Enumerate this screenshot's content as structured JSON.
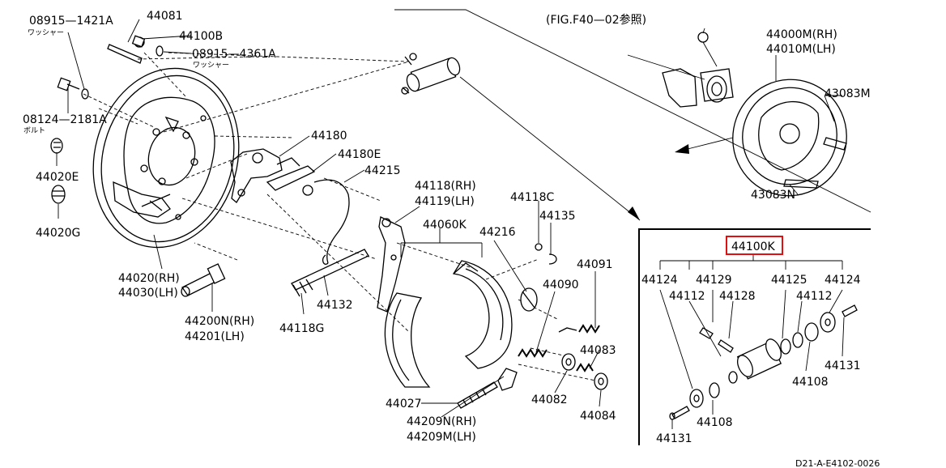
{
  "labels": {
    "p08915_1421A": "08915—1421A",
    "p08915_1421A_sub": "ワッシャー",
    "p44081": "44081",
    "p44100B": "44100B",
    "p08915_4361A": "08915—4361A",
    "p08915_4361A_sub": "ワッシャー",
    "p08124_2181A": "08124—2181A",
    "p08124_2181A_sub": "ボルト",
    "p44020E": "44020E",
    "p44020G": "44020G",
    "p44020RH": "44020(RH)",
    "p44030LH": "44030(LH)",
    "p44200N": "44200N(RH)",
    "p44201": "44201(LH)",
    "p44180": "44180",
    "p44180E": "44180E",
    "p44215": "44215",
    "p44118RH": "44118(RH)",
    "p44119LH": "44119(LH)",
    "p44060K": "44060K",
    "p44216": "44216",
    "p44118C": "44118C",
    "p44135": "44135",
    "p44132": "44132",
    "p44118G": "44118G",
    "p44090": "44090",
    "p44091": "44091",
    "p44083": "44083",
    "p44082": "44082",
    "p44084": "44084",
    "p44027": "44027",
    "p44209N": "44209N(RH)",
    "p44209M": "44209M(LH)",
    "figref": "(FIG.F40—02参照)",
    "p44000M": "44000M(RH)",
    "p44010M": "44010M(LH)",
    "p43083M": "43083M",
    "p43083N": "43083N",
    "p44100K": "44100K",
    "p44124_l": "44124",
    "p44129": "44129",
    "p44125": "44125",
    "p44124_r": "44124",
    "p44112_l": "44112",
    "p44128": "44128",
    "p44112_r": "44112",
    "p44131_r": "44131",
    "p44108_r": "44108",
    "p44108_l": "44108",
    "p44131_l": "44131",
    "diagram_id": "D21-A-E4102-0026"
  }
}
